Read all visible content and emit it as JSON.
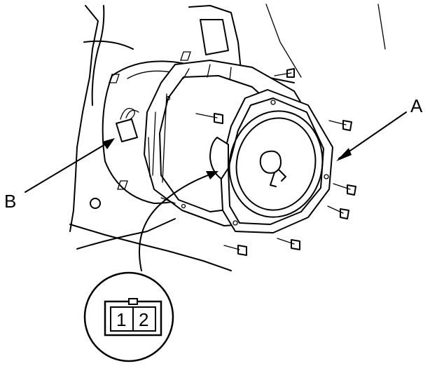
{
  "callouts": {
    "a": {
      "label": "A"
    },
    "b": {
      "label": "B"
    }
  },
  "connector": {
    "pins": [
      "1",
      "2"
    ]
  }
}
